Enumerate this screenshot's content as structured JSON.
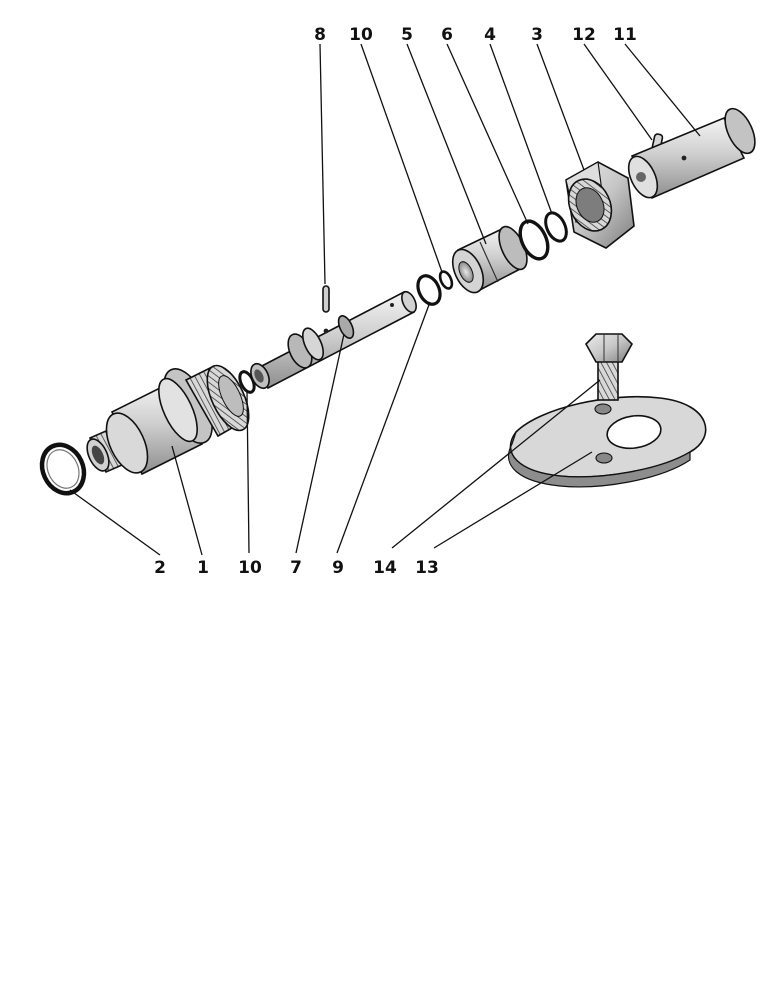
{
  "diagram": {
    "ink_color": "#111111",
    "shade_color": "#9a9a9a",
    "callouts": [
      "1",
      "2",
      "3",
      "4",
      "5",
      "6",
      "7",
      "8",
      "9",
      "10",
      "11",
      "12",
      "13",
      "14"
    ],
    "top_row": [
      "8",
      "10",
      "5",
      "6",
      "4",
      "3",
      "12",
      "11"
    ],
    "bottom_row": [
      "2",
      "1",
      "10",
      "7",
      "9",
      "14",
      "13"
    ]
  }
}
